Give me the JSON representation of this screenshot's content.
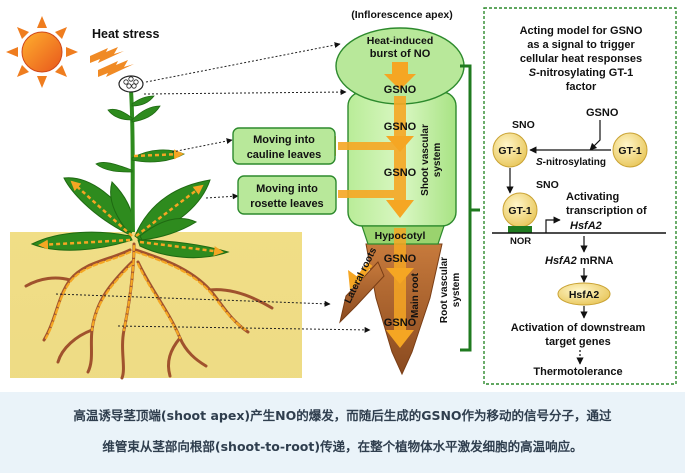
{
  "figure": {
    "heat_stress": "Heat stress",
    "apex_label": "(Inflorescence apex)",
    "burst_line1": "Heat-induced",
    "burst_line2": "burst of NO",
    "gsno": "GSNO",
    "shoot_vascular_1": "Shoot vascular",
    "shoot_vascular_2": "system",
    "cauline_1": "Moving into",
    "cauline_2": "cauline leaves",
    "rosette_1": "Moving into",
    "rosette_2": "rosette leaves",
    "hypocotyl": "Hypocotyl",
    "lateral_roots": "Lateral roots",
    "main_root": "Main root",
    "root_vascular_1": "Root vascular",
    "root_vascular_2": "system"
  },
  "model": {
    "title_1": "Acting model for GSNO",
    "title_2": "as a signal to trigger",
    "title_3": "cellular heat responses",
    "title_4_italic": "S",
    "title_4_rest": "-nitrosylating GT-1",
    "title_5": "factor",
    "gsno": "GSNO",
    "sno": "SNO",
    "gt1": "GT-1",
    "snitro_italic": "S",
    "snitro_rest": "-nitrosylating",
    "activating_1": "Activating",
    "activating_2": "transcription of",
    "hsfa2_gene": "HsfA2",
    "nor": "NOR",
    "hsfa2_mrna_italic": "HsfA2",
    "mrna": " mRNA",
    "hsfa2_protein": "HsfA2",
    "activation_1": "Activation of downstream",
    "activation_2": "target genes",
    "thermotolerance": "Thermotolerance"
  },
  "caption": {
    "line1": "高温诱导茎顶端(shoot apex)产生NO的爆发，而随后生成的GSNO作为移动的信号分子，通过",
    "line2": "维管束从茎部向根部(shoot-to-root)传递，在整个植物体水平激发细胞的高温响应。"
  },
  "colors": {
    "caption_band": "#eaf3f9",
    "caption_text": "#2f3e4e",
    "leaf_green": "#2e8b1e",
    "box_green": "#b8e89a",
    "box_border": "#2d8a2d",
    "arrow_orange": "#f5a623",
    "soil": "#f3e38a",
    "root_brown": "#a0522d",
    "gt1_fill": "#f6e08a"
  }
}
